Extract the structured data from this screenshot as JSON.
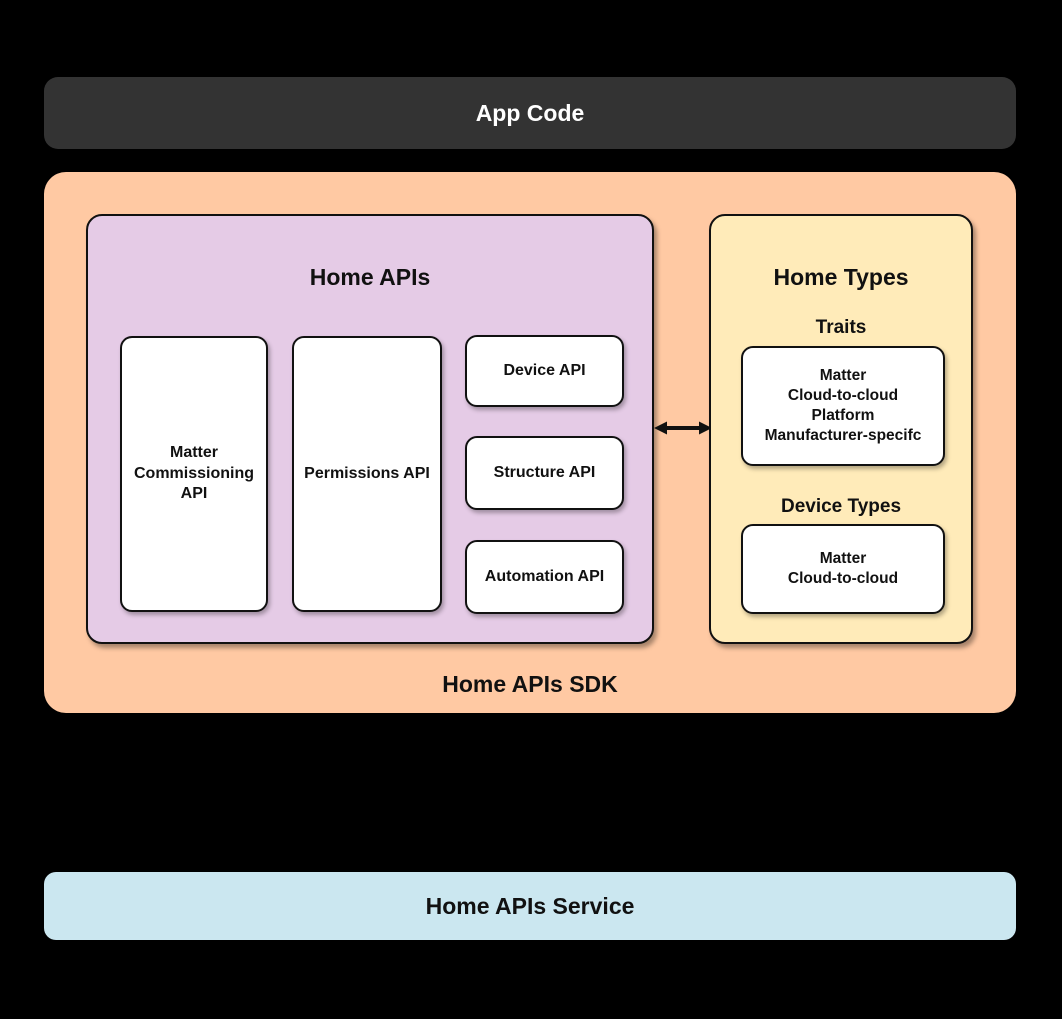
{
  "app_code": {
    "label": "App Code"
  },
  "sdk": {
    "label": "Home APIs SDK",
    "home_apis": {
      "title": "Home APIs",
      "matter_commissioning_api": "Matter\nCommissioning\nAPI",
      "permissions_api": "Permissions API",
      "device_api": "Device API",
      "structure_api": "Structure API",
      "automation_api": "Automation API"
    },
    "arrow": "bidirectional-horizontal",
    "home_types": {
      "title": "Home Types",
      "traits_label": "Traits",
      "traits_items": "Matter\nCloud-to-cloud\nPlatform\nManufacturer-specifc",
      "device_types_label": "Device Types",
      "device_types_items": "Matter\nCloud-to-cloud"
    }
  },
  "service": {
    "label": "Home APIs Service"
  },
  "colors": {
    "background": "#000000",
    "app_code_bg": "#333333",
    "app_code_text": "#FFFFFF",
    "sdk_bg": "#FFC9A3",
    "home_apis_bg": "#E5CBE6",
    "home_types_bg": "#FFEBB9",
    "service_bg": "#CBE7F0",
    "inner_box_bg": "#FFFFFF",
    "border_and_text": "#111111"
  }
}
